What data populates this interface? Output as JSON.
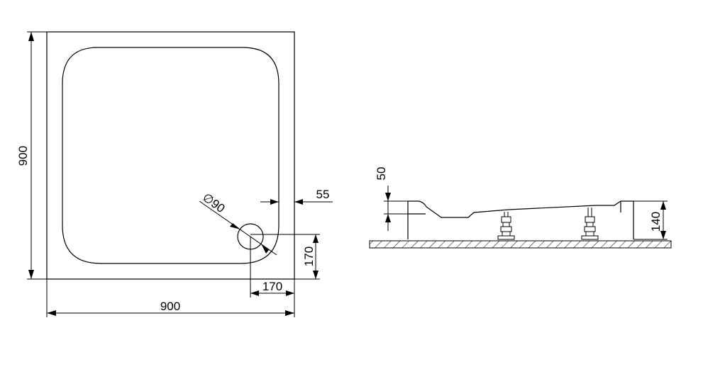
{
  "top_view": {
    "width_label": "900",
    "height_label": "900",
    "drain_diameter_label": "∅90",
    "edge_offset_label": "55",
    "drain_x_offset_label": "170",
    "drain_y_offset_label": "170"
  },
  "side_view": {
    "tray_depth_label": "50",
    "total_height_label": "140"
  },
  "colors": {
    "line": "#000000",
    "background": "#ffffff"
  }
}
